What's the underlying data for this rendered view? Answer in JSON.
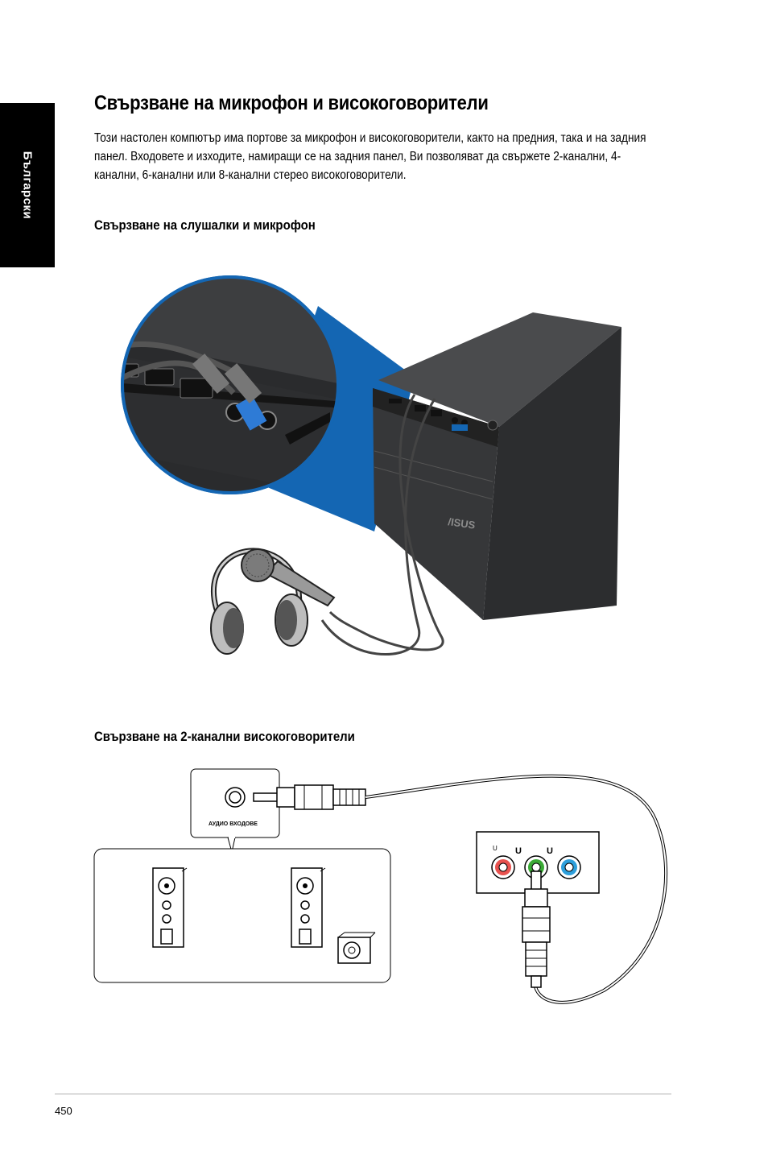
{
  "sidebar": {
    "language_label": "Български"
  },
  "heading": {
    "title": "Свързване на микрофон и високоговорители"
  },
  "intro": {
    "text": "Този настолен компютър има портове за микрофон и високоговорители, както на предния, така и на задния панел. Входовете и изходите, намиращи се на задния панел, Ви позволяват да свържете 2-канални, 4-канални, 6-канални или 8-канални стерео високоговорители."
  },
  "section1": {
    "heading": "Свързване на слушалки и микрофон"
  },
  "section2": {
    "heading": "Свързване на 2-канални високоговорители"
  },
  "figure1": {
    "brand_logo": "/ISUS"
  },
  "figure2": {
    "speaker_input_label": "АУДИО ВХОДОВЕ"
  },
  "footer": {
    "page_number": "450"
  },
  "colors": {
    "accent_blue": "#1466b3",
    "jack_pink": "#e8524f",
    "jack_green": "#3aaa35",
    "jack_blue": "#2d9fdb"
  }
}
